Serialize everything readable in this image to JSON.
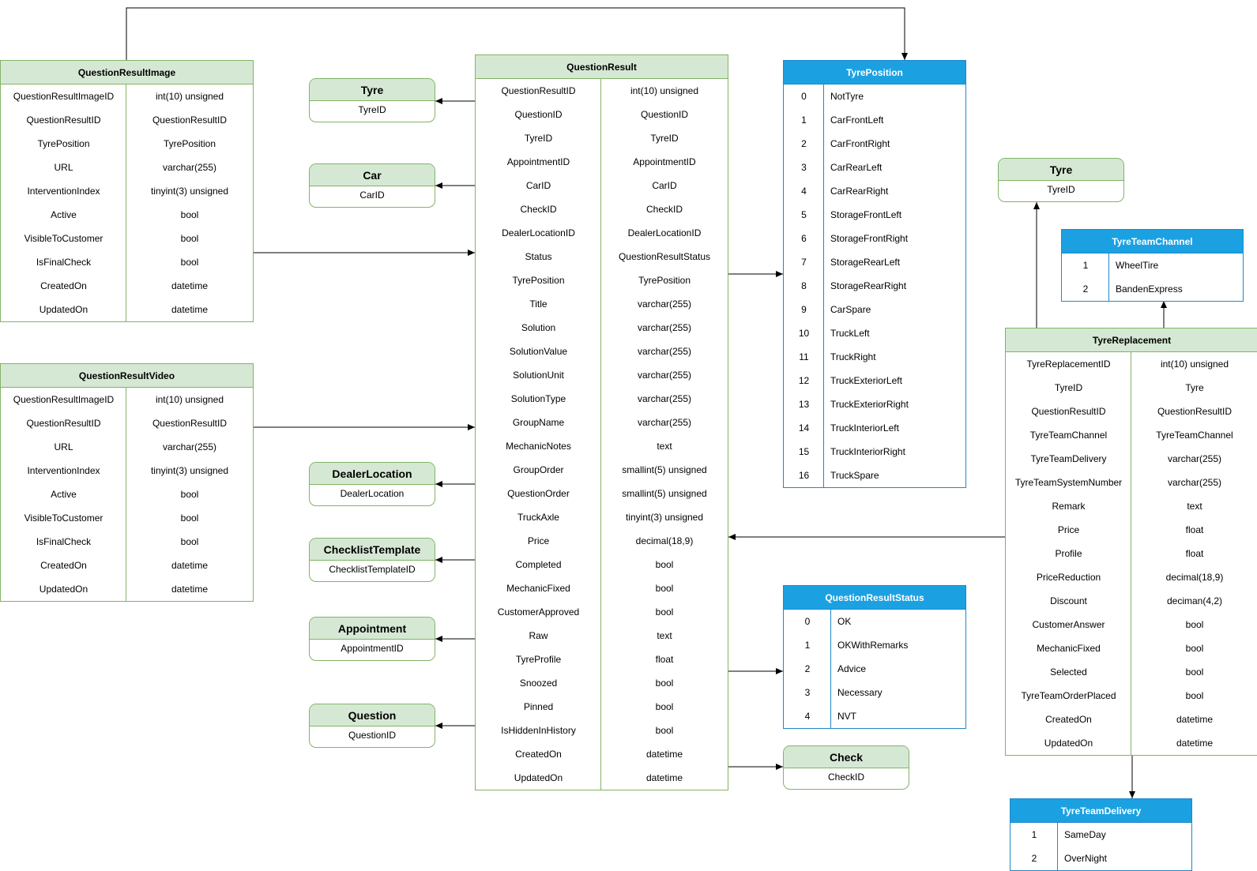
{
  "tables": {
    "questionResultImage": {
      "title": "QuestionResultImage",
      "rows": [
        [
          "QuestionResultImageID",
          "int(10) unsigned"
        ],
        [
          "QuestionResultID",
          "QuestionResultID"
        ],
        [
          "TyrePosition",
          "TyrePosition"
        ],
        [
          "URL",
          "varchar(255)"
        ],
        [
          "InterventionIndex",
          "tinyint(3) unsigned"
        ],
        [
          "Active",
          "bool"
        ],
        [
          "VisibleToCustomer",
          "bool"
        ],
        [
          "IsFinalCheck",
          "bool"
        ],
        [
          "CreatedOn",
          "datetime"
        ],
        [
          "UpdatedOn",
          "datetime"
        ]
      ]
    },
    "questionResultVideo": {
      "title": "QuestionResultVideo",
      "rows": [
        [
          "QuestionResultImageID",
          "int(10) unsigned"
        ],
        [
          "QuestionResultID",
          "QuestionResultID"
        ],
        [
          "URL",
          "varchar(255)"
        ],
        [
          "InterventionIndex",
          "tinyint(3) unsigned"
        ],
        [
          "Active",
          "bool"
        ],
        [
          "VisibleToCustomer",
          "bool"
        ],
        [
          "IsFinalCheck",
          "bool"
        ],
        [
          "CreatedOn",
          "datetime"
        ],
        [
          "UpdatedOn",
          "datetime"
        ]
      ]
    },
    "questionResult": {
      "title": "QuestionResult",
      "rows": [
        [
          "QuestionResultID",
          "int(10) unsigned"
        ],
        [
          "QuestionID",
          "QuestionID"
        ],
        [
          "TyreID",
          "TyreID"
        ],
        [
          "AppointmentID",
          "AppointmentID"
        ],
        [
          "CarID",
          "CarID"
        ],
        [
          "CheckID",
          "CheckID"
        ],
        [
          "DealerLocationID",
          "DealerLocationID"
        ],
        [
          "Status",
          "QuestionResultStatus"
        ],
        [
          "TyrePosition",
          "TyrePosition"
        ],
        [
          "Title",
          "varchar(255)"
        ],
        [
          "Solution",
          "varchar(255)"
        ],
        [
          "SolutionValue",
          "varchar(255)"
        ],
        [
          "SolutionUnit",
          "varchar(255)"
        ],
        [
          "SolutionType",
          "varchar(255)"
        ],
        [
          "GroupName",
          "varchar(255)"
        ],
        [
          "MechanicNotes",
          "text"
        ],
        [
          "GroupOrder",
          "smallint(5) unsigned"
        ],
        [
          "QuestionOrder",
          "smallint(5) unsigned"
        ],
        [
          "TruckAxle",
          "tinyint(3) unsigned"
        ],
        [
          "Price",
          "decimal(18,9)"
        ],
        [
          "Completed",
          "bool"
        ],
        [
          "MechanicFixed",
          "bool"
        ],
        [
          "CustomerApproved",
          "bool"
        ],
        [
          "Raw",
          "text"
        ],
        [
          "TyreProfile",
          "float"
        ],
        [
          "Snoozed",
          "bool"
        ],
        [
          "Pinned",
          "bool"
        ],
        [
          "IsHiddenInHistory",
          "bool"
        ],
        [
          "CreatedOn",
          "datetime"
        ],
        [
          "UpdatedOn",
          "datetime"
        ]
      ]
    },
    "tyreReplacement": {
      "title": "TyreReplacement",
      "rows": [
        [
          "TyreReplacementID",
          "int(10) unsigned"
        ],
        [
          "TyreID",
          "Tyre"
        ],
        [
          "QuestionResultID",
          "QuestionResultID"
        ],
        [
          "TyreTeamChannel",
          "TyreTeamChannel"
        ],
        [
          "TyreTeamDelivery",
          "varchar(255)"
        ],
        [
          "TyreTeamSystemNumber",
          "varchar(255)"
        ],
        [
          "Remark",
          "text"
        ],
        [
          "Price",
          "float"
        ],
        [
          "Profile",
          "float"
        ],
        [
          "PriceReduction",
          "decimal(18,9)"
        ],
        [
          "Discount",
          "deciman(4,2)"
        ],
        [
          "CustomerAnswer",
          "bool"
        ],
        [
          "MechanicFixed",
          "bool"
        ],
        [
          "Selected",
          "bool"
        ],
        [
          "TyreTeamOrderPlaced",
          "bool"
        ],
        [
          "CreatedOn",
          "datetime"
        ],
        [
          "UpdatedOn",
          "datetime"
        ]
      ]
    }
  },
  "enums": {
    "tyrePosition": {
      "title": "TyrePosition",
      "rows": [
        [
          "0",
          "NotTyre"
        ],
        [
          "1",
          "CarFrontLeft"
        ],
        [
          "2",
          "CarFrontRight"
        ],
        [
          "3",
          "CarRearLeft"
        ],
        [
          "4",
          "CarRearRight"
        ],
        [
          "5",
          "StorageFrontLeft"
        ],
        [
          "6",
          "StorageFrontRight"
        ],
        [
          "7",
          "StorageRearLeft"
        ],
        [
          "8",
          "StorageRearRight"
        ],
        [
          "9",
          "CarSpare"
        ],
        [
          "10",
          "TruckLeft"
        ],
        [
          "11",
          "TruckRight"
        ],
        [
          "12",
          "TruckExteriorLeft"
        ],
        [
          "13",
          "TruckExteriorRight"
        ],
        [
          "14",
          "TruckInteriorLeft"
        ],
        [
          "15",
          "TruckInteriorRight"
        ],
        [
          "16",
          "TruckSpare"
        ]
      ]
    },
    "questionResultStatus": {
      "title": "QuestionResultStatus",
      "rows": [
        [
          "0",
          "OK"
        ],
        [
          "1",
          "OKWithRemarks"
        ],
        [
          "2",
          "Advice"
        ],
        [
          "3",
          "Necessary"
        ],
        [
          "4",
          "NVT"
        ]
      ]
    },
    "tyreTeamChannel": {
      "title": "TyreTeamChannel",
      "rows": [
        [
          "1",
          "WheelTire"
        ],
        [
          "2",
          "BandenExpress"
        ]
      ]
    },
    "tyreTeamDelivery": {
      "title": "TyreTeamDelivery",
      "rows": [
        [
          "1",
          "SameDay"
        ],
        [
          "2",
          "OverNight"
        ]
      ]
    }
  },
  "entities": {
    "tyre1": {
      "title": "Tyre",
      "field": "TyreID"
    },
    "car": {
      "title": "Car",
      "field": "CarID"
    },
    "dealerLocation": {
      "title": "DealerLocation",
      "field": "DealerLocation"
    },
    "checklistTemplate": {
      "title": "ChecklistTemplate",
      "field": "ChecklistTemplateID"
    },
    "appointment": {
      "title": "Appointment",
      "field": "AppointmentID"
    },
    "question": {
      "title": "Question",
      "field": "QuestionID"
    },
    "check": {
      "title": "Check",
      "field": "CheckID"
    },
    "tyre2": {
      "title": "Tyre",
      "field": "TyreID"
    }
  },
  "colors": {
    "greenFill": "#d5e8d4",
    "greenStroke": "#82b366",
    "blueFill": "#1ba1e2",
    "blueStroke": "#1f88c9",
    "line": "#000000"
  }
}
